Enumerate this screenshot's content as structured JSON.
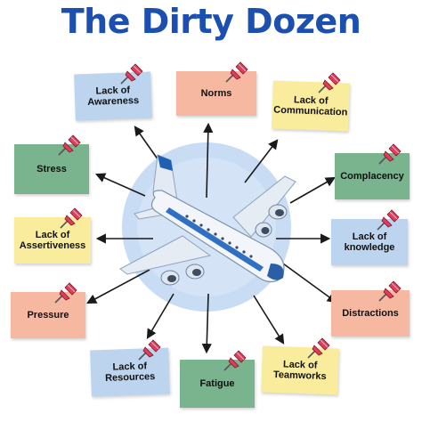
{
  "title": "The Dirty Dozen",
  "factors": [
    {
      "label": "Lack of Awareness",
      "color": "#bcd4ee"
    },
    {
      "label": "Norms",
      "color": "#f6b8a1"
    },
    {
      "label": "Lack of Communication",
      "color": "#f9ec9c"
    },
    {
      "label": "Stress",
      "color": "#79b48e"
    },
    {
      "label": "Complacency",
      "color": "#79b48e"
    },
    {
      "label": "Lack of Assertiveness",
      "color": "#f9ec9c"
    },
    {
      "label": "Lack of knowledge",
      "color": "#bcd4ee"
    },
    {
      "label": "Pressure",
      "color": "#f6b8a1"
    },
    {
      "label": "Distractions",
      "color": "#f6b8a1"
    },
    {
      "label": "Lack of Resources",
      "color": "#bcd4ee"
    },
    {
      "label": "Fatigue",
      "color": "#79b48e"
    },
    {
      "label": "Lack of Teamworks",
      "color": "#f9ec9c"
    }
  ],
  "colors": {
    "title": "#1b4fb0",
    "pin": "#e23b5b",
    "circle": "#c8dcf3",
    "arrow": "#1a1a1a"
  },
  "icons": [
    "pushpin-icon",
    "airplane-icon",
    "arrow-icon"
  ]
}
